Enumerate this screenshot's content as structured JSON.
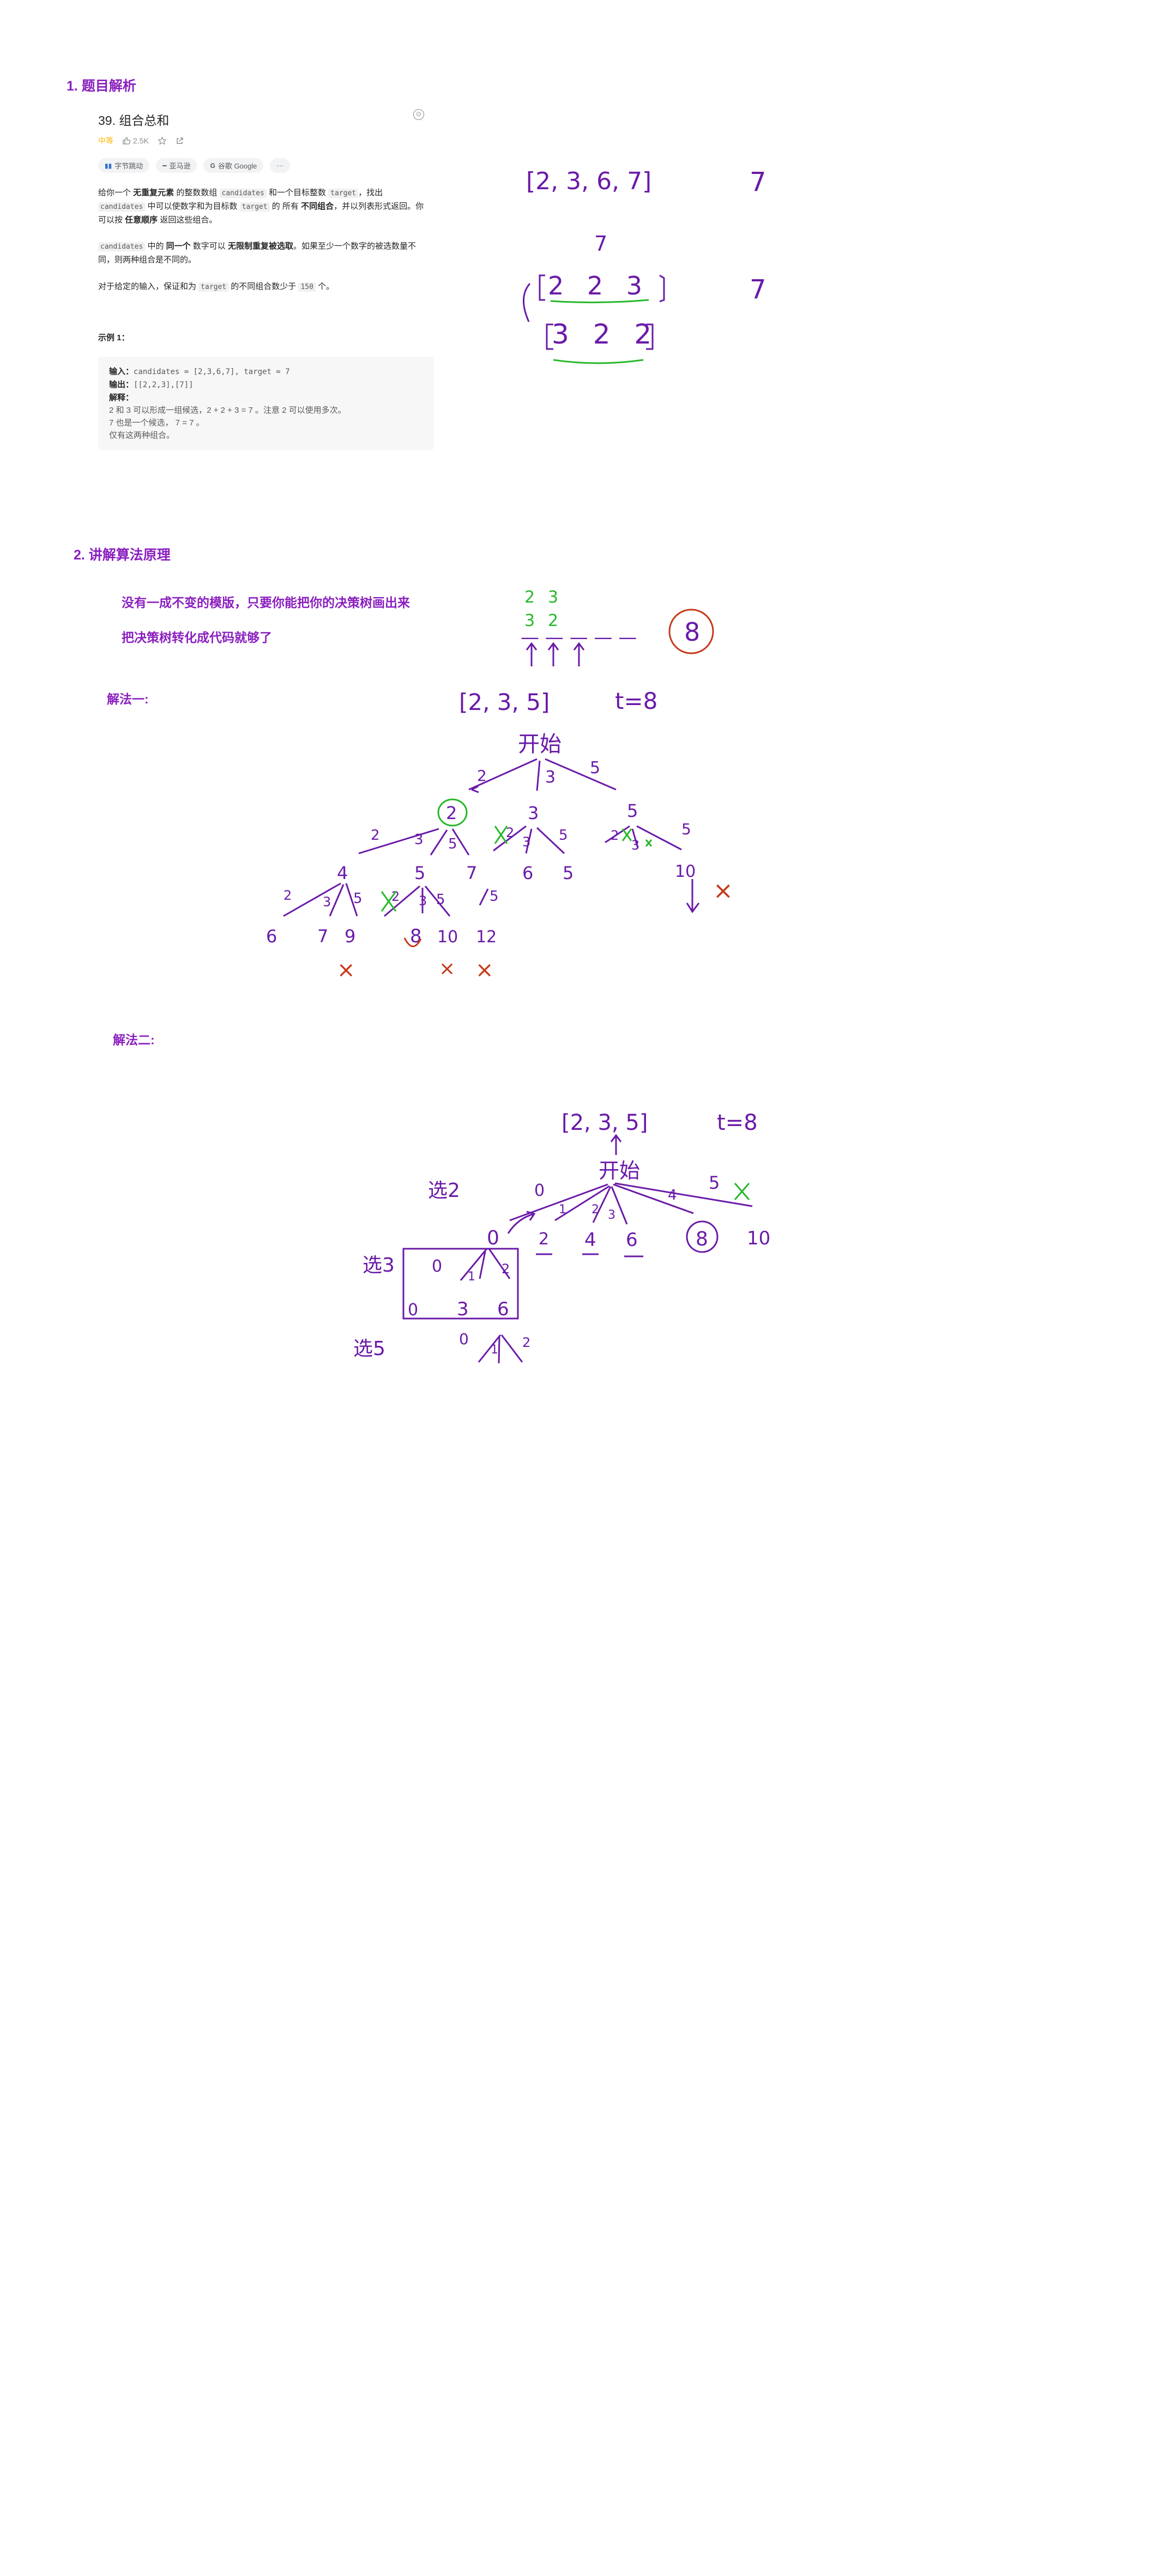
{
  "section1": "1. 题目解析",
  "section2": "2. 讲解算法原理",
  "notes": {
    "line1": "没有一成不变的模版，只要你能把你的决策树画出来",
    "line2": "把决策树转化成代码就够了",
    "method1": "解法一:",
    "method2": "解法二:"
  },
  "problem": {
    "title": "39. 组合总和",
    "difficulty": "中等",
    "likes": "2.5K",
    "more_icon": "⊙",
    "chips": [
      {
        "icon": "company-icon",
        "label": "字节跳动"
      },
      {
        "icon": "dash-icon",
        "label": "亚马逊"
      },
      {
        "icon": "google-icon",
        "label": "谷歌 Google"
      },
      {
        "icon": "ellipsis-icon",
        "label": "···"
      }
    ],
    "p1": [
      {
        "t": "给你一个 "
      },
      {
        "b": "无重复元素"
      },
      {
        "t": " 的整数数组 "
      },
      {
        "c": "candidates"
      },
      {
        "t": " 和一个目标整数 "
      },
      {
        "c": "target"
      },
      {
        "t": "，找出 "
      },
      {
        "c": "candidates"
      },
      {
        "t": " 中可以使数字和为目标数 "
      },
      {
        "c": "target"
      },
      {
        "t": " 的 所有 "
      },
      {
        "b": "不同组合"
      },
      {
        "t": "，并以列表形式返回。你可以按 "
      },
      {
        "b": "任意顺序"
      },
      {
        "t": " 返回这些组合。"
      }
    ],
    "p2": [
      {
        "c": "candidates"
      },
      {
        "t": " 中的 "
      },
      {
        "b": "同一个"
      },
      {
        "t": " 数字可以 "
      },
      {
        "b": "无限制重复被选取"
      },
      {
        "t": "。如果至少一个数字的被选数量不同，则两种组合是不同的。"
      }
    ],
    "p3": [
      {
        "t": "对于给定的输入，保证和为 "
      },
      {
        "c": "target"
      },
      {
        "t": " 的不同组合数少于 "
      },
      {
        "c": "150"
      },
      {
        "t": " 个。"
      }
    ],
    "example_title": "示例 1：",
    "example": {
      "input_label": "输入：",
      "input_value": "candidates = [2,3,6,7], target = 7",
      "output_label": "输出：",
      "output_value": "[[2,2,3],[7]]",
      "explain_label": "解释：",
      "explain_lines": [
        "2 和 3 可以形成一组候选，2 + 2 + 3 = 7 。注意 2 可以使用多次。",
        "7 也是一个候选， 7 = 7 。",
        "仅有这两种组合。"
      ]
    }
  },
  "sketch": {
    "top": {
      "arr": "[2, 3, 6, 7]",
      "t1": "7",
      "small7": "7",
      "row1": "2 2 3",
      "row2": "3 2 2",
      "t2": "7"
    },
    "perm": {
      "a1": "2",
      "a2": "3",
      "b1": "3",
      "b2": "2",
      "dashes": "— — — — —",
      "circ": "8"
    },
    "m1": {
      "arr": "[2, 3, 5]",
      "t": "t=8",
      "root": "开始",
      "e1": "2",
      "e2": "3",
      "e3": "5",
      "l2": "2",
      "l3": "3",
      "l5": "5",
      "s1": "2",
      "s2": "3",
      "s3": "5",
      "s4": "2",
      "s5": "3",
      "s6": "5",
      "s7": "2",
      "s8": "3",
      "s9": "5",
      "v1": "4",
      "v2": "5",
      "v3": "7",
      "v4": "6",
      "v5": "5",
      "v6": "10",
      "u1": "2",
      "u2": "3",
      "u3": "5",
      "u4": "2",
      "u5": "3",
      "u6": "5",
      "u7": "5",
      "w1": "6",
      "w2": "7",
      "w3": "9",
      "w4": "8",
      "w5": "10",
      "w6": "12",
      "x1": "×",
      "x2": "×",
      "x3": "×",
      "x4": "×"
    },
    "m2": {
      "arr": "[2, 3, 5]",
      "t": "t=8",
      "root": "开始",
      "sel2": "选2",
      "sel3": "选3",
      "sel5": "选5",
      "z0": "0",
      "c1": "1",
      "c2": "2",
      "c3": "3",
      "c4": "4",
      "c5": "5",
      "n0": "0",
      "n2": "2",
      "n4": "4",
      "n6": "6",
      "n8": "8",
      "n10": "10",
      "b0": "0",
      "b1": "1",
      "b2": "2",
      "d0": "0",
      "d3": "3",
      "d6": "6",
      "e0": "0",
      "e1": "1",
      "e2": "2"
    }
  },
  "colors": {
    "heading": "#8a1fbf",
    "ink": "#6a1aa8",
    "green": "#27b82a",
    "red": "#c63a1a",
    "link": "#ffb800"
  }
}
